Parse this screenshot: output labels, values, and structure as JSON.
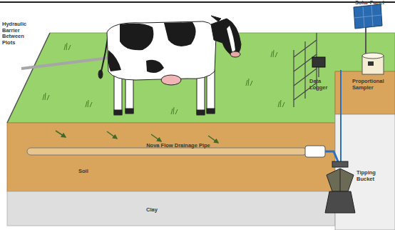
{
  "diagram": {
    "labels": [
      "Hydraulic Barrier Between Plots",
      "Solar Panel",
      "Data Logger",
      "Proportional Sampler",
      "Nova Flow Drainage Pipe",
      "Soil",
      "Clay",
      "Tipping Bucket"
    ]
  }
}
